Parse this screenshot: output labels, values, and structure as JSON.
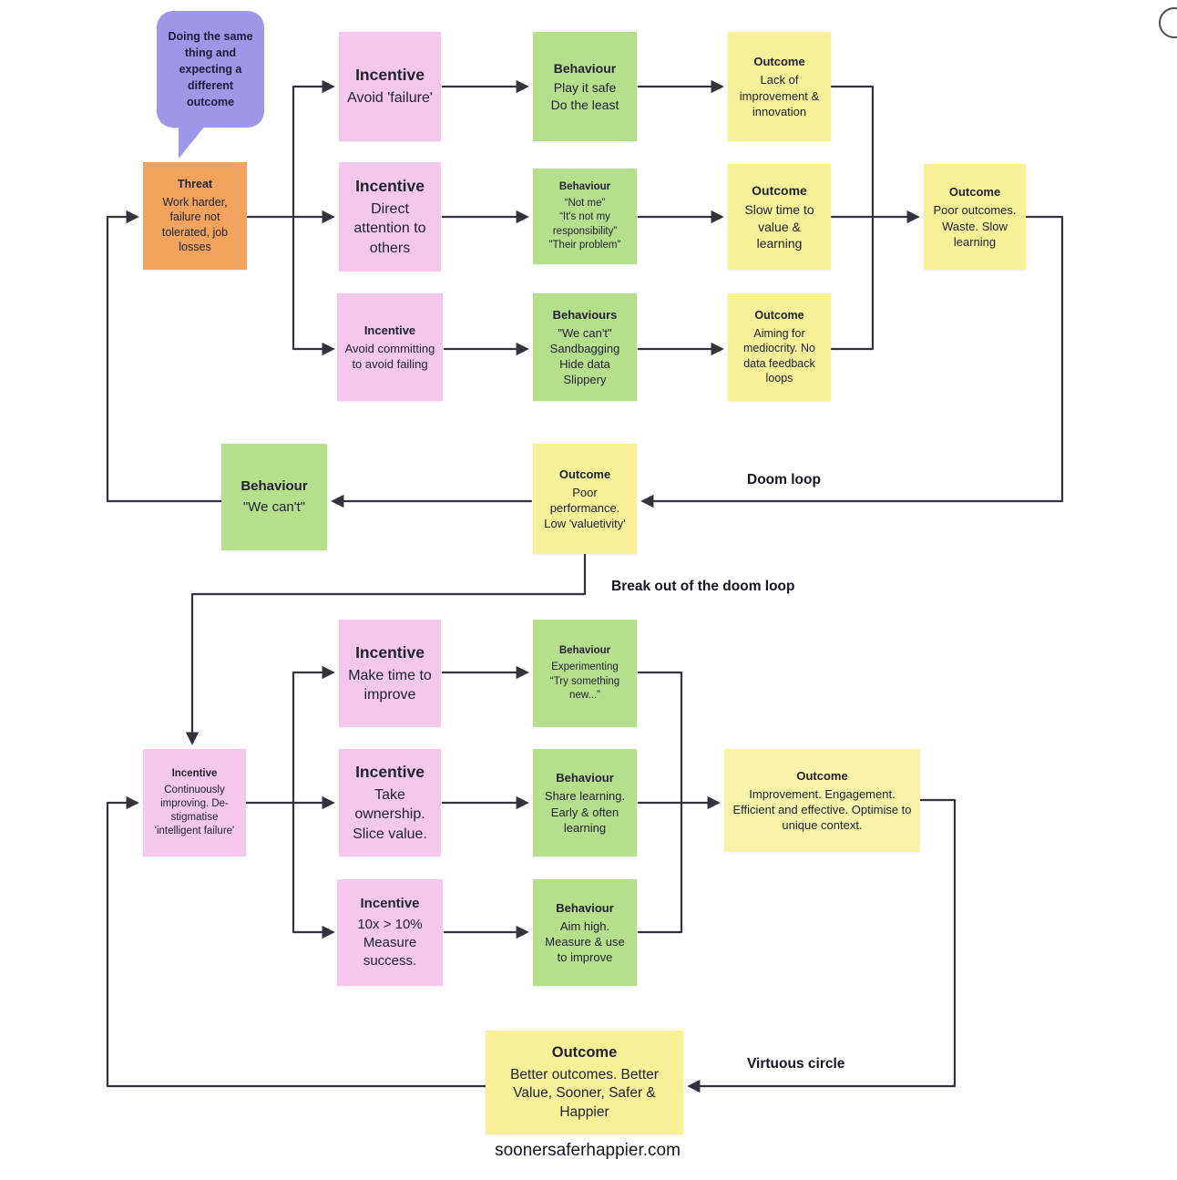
{
  "page": {
    "footer": "soonersaferhappier.com",
    "bubble_text": "Doing the same thing and expecting a different outcome",
    "labels": {
      "doom_loop": "Doom loop",
      "break_out": "Break out of the doom loop",
      "virtuous_circle": "Virtuous circle"
    },
    "colors": {
      "purple": "#9d97e6",
      "orange": "#f2a45f",
      "pink": "#f4c8ec",
      "green": "#b5df8c",
      "yellow": "#f7f098",
      "yellow-wide": "#f8f3a8",
      "arrow": "#33333d",
      "text": "#222231"
    }
  },
  "notes": {
    "threat": {
      "title": "Threat",
      "body": "Work harder, failure not tolerated, job losses"
    },
    "incentive_avoid_failure": {
      "title": "Incentive",
      "body": "Avoid 'failure'"
    },
    "incentive_direct_attention": {
      "title": "Incentive",
      "body": "Direct attention to others"
    },
    "incentive_avoid_committing": {
      "title": "Incentive",
      "body": "Avoid committing to avoid failing"
    },
    "behaviour_play_it_safe": {
      "title": "Behaviour",
      "body": "Play it safe\nDo the least"
    },
    "behaviour_not_me": {
      "title": "Behaviour",
      "body": "“Not me”\n“It's not my responsibility”\n\"Their problem\""
    },
    "behaviours_we_cant": {
      "title": "Behaviours",
      "body": "\"We can't\"\nSandbagging\nHide data\nSlippery"
    },
    "outcome_lack_of_improvement": {
      "title": "Outcome",
      "body": "Lack of improvement & innovation"
    },
    "outcome_slow_time_to_value": {
      "title": "Outcome",
      "body": "Slow time to value & learning"
    },
    "outcome_aiming_for_mediocrity": {
      "title": "Outcome",
      "body": "Aiming for mediocrity. No data feedback loops"
    },
    "outcome_poor_outcomes": {
      "title": "Outcome",
      "body": "Poor outcomes. Waste. Slow learning"
    },
    "outcome_poor_performance": {
      "title": "Outcome",
      "body": "Poor performance. Low 'valuetivity'"
    },
    "behaviour_we_cant": {
      "title": "Behaviour",
      "body": "\"We can't\""
    },
    "incentive_continuously_improving": {
      "title": "Incentive",
      "body": "Continuously improving. De-stigmatise 'intelligent failure'"
    },
    "incentive_make_time": {
      "title": "Incentive",
      "body": "Make time to improve"
    },
    "incentive_take_ownership": {
      "title": "Incentive",
      "body": "Take ownership. Slice value."
    },
    "incentive_10x": {
      "title": "Incentive",
      "body": "10x > 10%\nMeasure success."
    },
    "behaviour_experimenting": {
      "title": "Behaviour",
      "body": "Experimenting\n“Try something new...”"
    },
    "behaviour_share_learning": {
      "title": "Behaviour",
      "body": "Share learning. Early & often learning"
    },
    "behaviour_aim_high": {
      "title": "Behaviour",
      "body": "Aim high. Measure & use to improve"
    },
    "outcome_improvement_engagement": {
      "title": "Outcome",
      "body": "Improvement. Engagement. Efficient and effective. Optimise to unique context."
    },
    "outcome_better_outcomes": {
      "title": "Outcome",
      "body": "Better outcomes. Better Value, Sooner, Safer & Happier"
    }
  }
}
